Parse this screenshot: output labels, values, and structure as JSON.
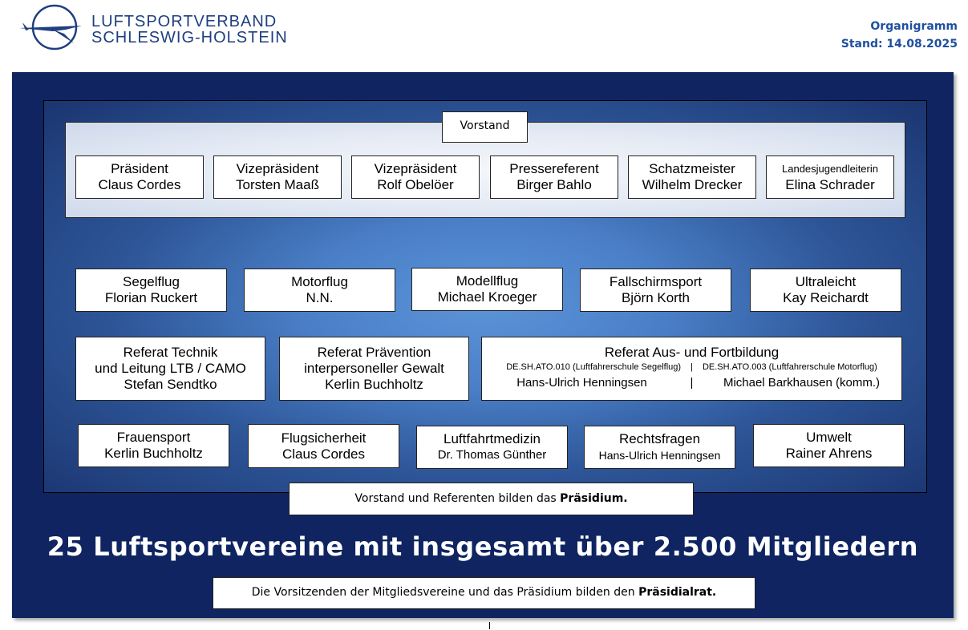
{
  "header": {
    "logo_line1": "LUFTSPORTVERBAND",
    "logo_line2": "SCHLESWIG-HOLSTEIN",
    "doc_title": "Organigramm",
    "stand": "Stand: 14.08.2025"
  },
  "vorstand": {
    "label": "Vorstand",
    "members": [
      {
        "role": "Präsident",
        "name": "Claus Cordes"
      },
      {
        "role": "Vizepräsident",
        "name": "Torsten Maaß"
      },
      {
        "role": "Vizepräsident",
        "name": "Rolf Obelöer"
      },
      {
        "role": "Pressereferent",
        "name": "Birger Bahlo"
      },
      {
        "role": "Schatzmeister",
        "name": "Wilhelm Drecker"
      },
      {
        "role": "Landesjugendleiterin",
        "name": "Elina Schrader"
      }
    ]
  },
  "sparten": [
    {
      "role": "Segelflug",
      "name": "Florian Ruckert"
    },
    {
      "role": "Motorflug",
      "name": "N.N."
    },
    {
      "role": "Modellflug",
      "name": "Michael Kroeger"
    },
    {
      "role": "Fallschirmsport",
      "name": "Björn Korth"
    },
    {
      "role": "Ultraleicht",
      "name": "Kay Reichardt"
    }
  ],
  "referate": {
    "technik": {
      "line1": "Referat Technik",
      "line2": "und Leitung LTB / CAMO",
      "name": "Stefan Sendtko"
    },
    "praevention": {
      "line1": "Referat Prävention",
      "line2": "interpersoneller Gewalt",
      "name": "Kerlin Buchholtz"
    },
    "ausbildung": {
      "title": "Referat Aus- und Fortbildung",
      "ato1": "DE.SH.ATO.010 (Luftfahrerschule Segelflug)",
      "ato2": "DE.SH.ATO.003 (Luftfahrerschule Motorflug)",
      "separator": "|",
      "name1": "Hans-Ulrich Henningsen",
      "name2": "Michael Barkhausen (komm.)"
    }
  },
  "weitere": [
    {
      "role": "Frauensport",
      "name": "Kerlin Buchholtz"
    },
    {
      "role": "Flugsicherheit",
      "name": "Claus Cordes"
    },
    {
      "role": "Luftfahrtmedizin",
      "name": "Dr. Thomas Günther"
    },
    {
      "role": "Rechtsfragen",
      "name": "Hans-Ulrich Henningsen"
    },
    {
      "role": "Umwelt",
      "name": "Rainer Ahrens"
    }
  ],
  "notes": {
    "praesidium_text": "Vorstand und Referenten bilden das ",
    "praesidium_bold": "Präsidium.",
    "headline": "25 Luftsportvereine mit insgesamt über 2.500 Mitgliedern",
    "praesidialrat_text": "Die Vorsitzenden der Mitgliedsvereine und das Präsidium bilden den ",
    "praesidialrat_bold": "Präsidialrat."
  },
  "colors": {
    "navy": "#0f2461",
    "accent_blue": "#1f4f9f",
    "logo_blue": "#1f3f80"
  }
}
